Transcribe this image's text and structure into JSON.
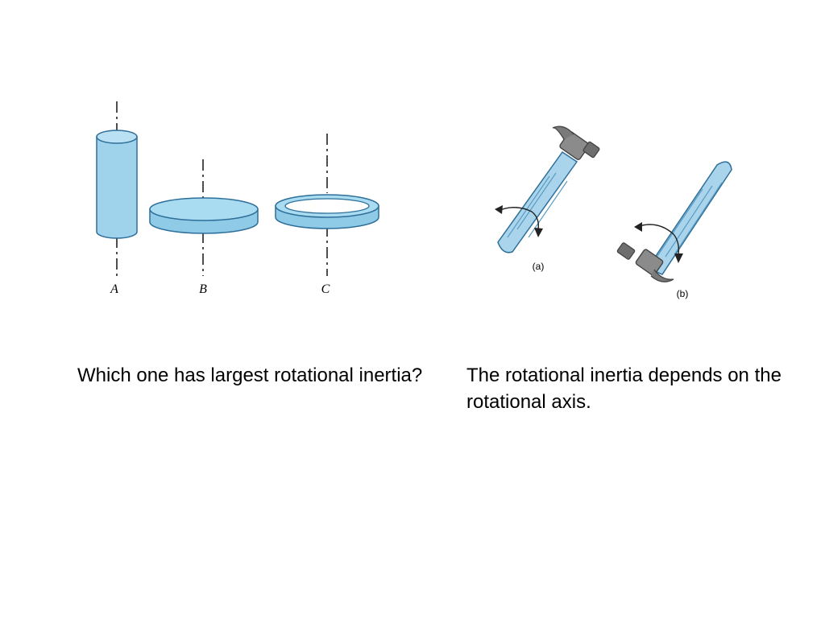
{
  "left_figure": {
    "labels": {
      "a": "A",
      "b": "B",
      "c": "C"
    },
    "fill_color": "#9fd3ec",
    "stroke_color": "#2e6f9a"
  },
  "right_figure": {
    "labels": {
      "a": "(a)",
      "b": "(b)"
    },
    "handle_color": "#a9d4ec",
    "head_color": "#8b8b8b"
  },
  "captions": {
    "left": "Which one has largest rotational inertia?",
    "right": "The rotational inertia depends on the rotational axis."
  }
}
